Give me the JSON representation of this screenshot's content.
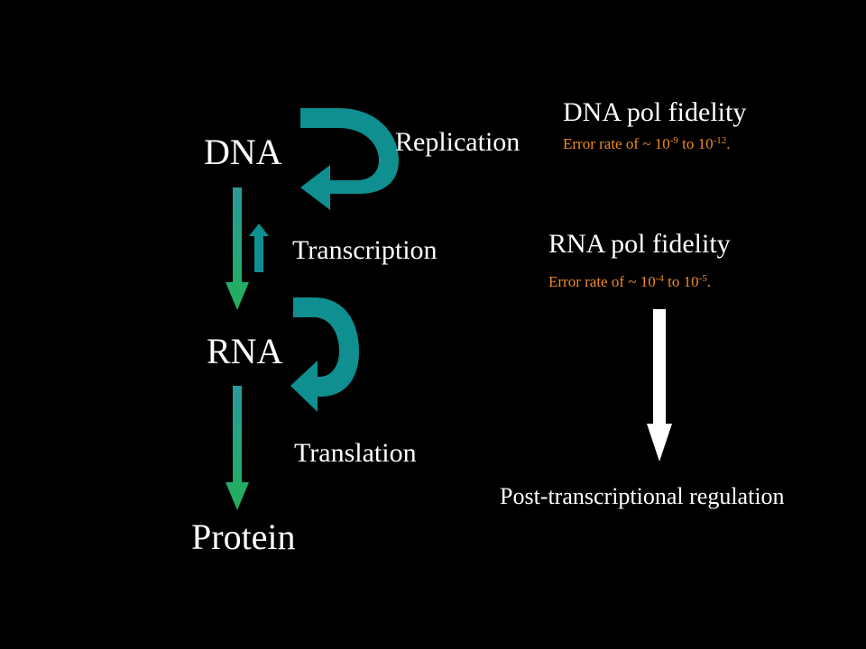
{
  "nodes": {
    "dna": "DNA",
    "rna": "RNA",
    "protein": "Protein"
  },
  "processes": {
    "replication": "Replication",
    "transcription": "Transcription",
    "translation": "Translation"
  },
  "dna_pol": {
    "title": "DNA pol fidelity",
    "error_prefix": "Error rate of ~ 10",
    "exp_low": "-9",
    "middle": " to 10",
    "exp_high": "-12",
    "suffix": "."
  },
  "rna_pol": {
    "title": "RNA pol fidelity",
    "error_prefix": "Error rate of ~ 10",
    "exp_low": "-4",
    "middle": " to 10",
    "exp_high": "-5",
    "suffix": "."
  },
  "outcome": {
    "label": "Post-transcriptional regulation"
  },
  "colors": {
    "background": "#000000",
    "arrow_fill": "#0f8f8f",
    "arrow_gradient_top": "#2a9a9a",
    "arrow_gradient_bottom": "#22b05a",
    "note_text": "#f08a24",
    "text": "#ffffff"
  }
}
